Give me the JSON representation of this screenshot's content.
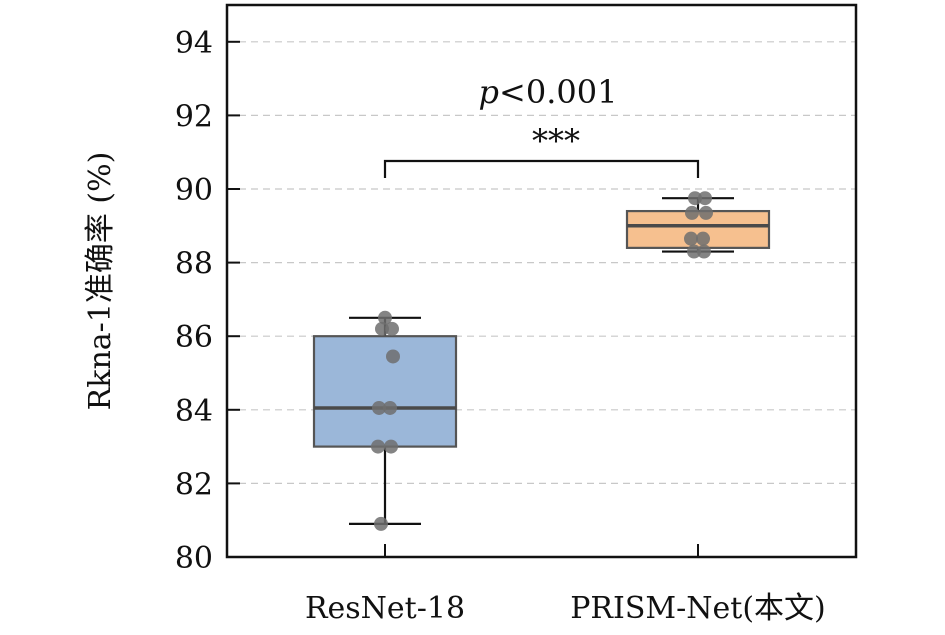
{
  "chart_data": {
    "type": "box",
    "ylabel": "Rkna-1准确率 (%)",
    "ylim": [
      80,
      95
    ],
    "yticks": [
      80,
      82,
      84,
      86,
      88,
      90,
      92,
      94
    ],
    "grid": "horizontal dashed",
    "categories": [
      "ResNet-18",
      "PRISM-Net(本文)"
    ],
    "boxes": [
      {
        "name": "ResNet-18",
        "color": "#9bb7d9",
        "whisker_low": 80.9,
        "q1": 83.0,
        "median": 84.05,
        "q3": 86.0,
        "whisker_high": 86.5,
        "points": [
          80.9,
          83.0,
          83.0,
          84.05,
          84.05,
          85.45,
          86.2,
          86.2,
          86.5
        ]
      },
      {
        "name": "PRISM-Net(本文)",
        "color": "#f6c08f",
        "whisker_low": 88.3,
        "q1": 88.4,
        "median": 89.0,
        "q3": 89.4,
        "whisker_high": 89.75,
        "points": [
          88.3,
          88.3,
          88.65,
          88.65,
          89.35,
          89.35,
          89.75,
          89.75
        ]
      }
    ],
    "annotation": {
      "p_symbol": "p",
      "p_rest": "<0.001",
      "stars": "***"
    }
  }
}
